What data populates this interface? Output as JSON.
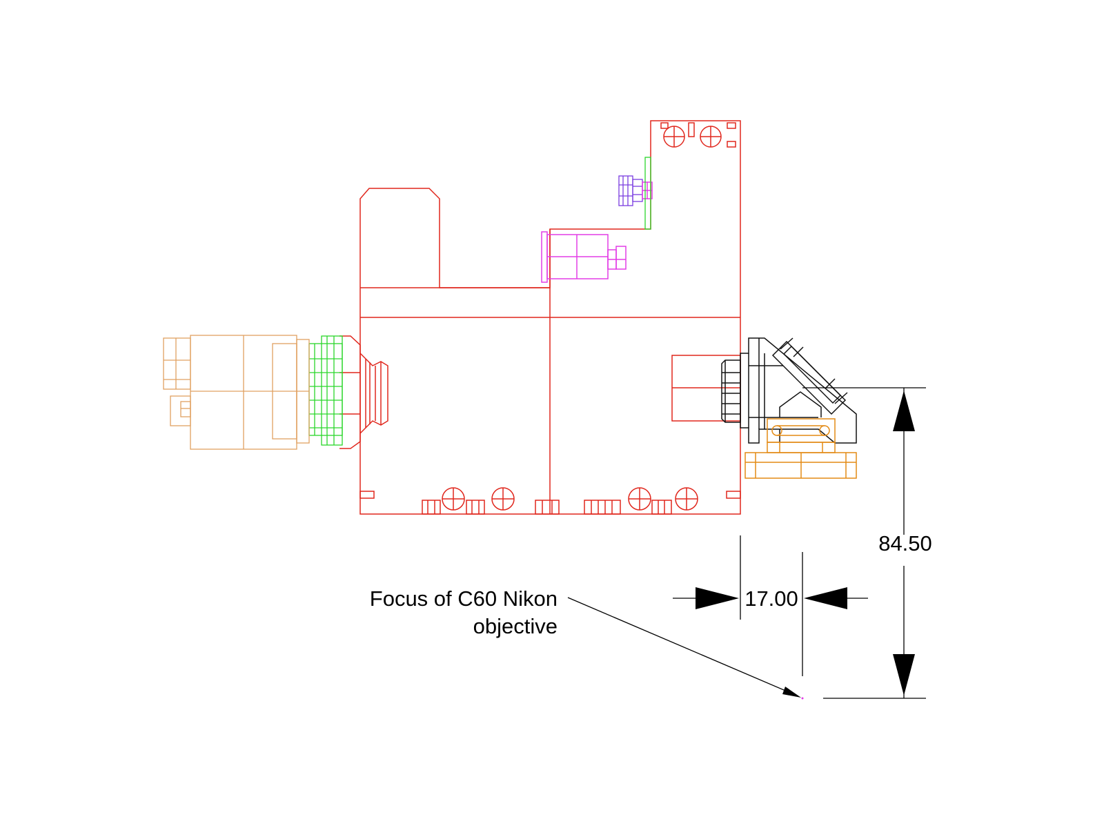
{
  "dimensions": {
    "vertical_label": "84.50",
    "horizontal_label": "17.00"
  },
  "note": {
    "line1": "Focus of C60 Nikon",
    "line2": "objective"
  },
  "colors": {
    "housing": "#e0261c",
    "camera": "#e0a060",
    "adapter": "#29d62a",
    "prism_mount": "#111111",
    "lens_mount": "#e38a14",
    "motor": "#e23de6",
    "connector": "#7a3ce0"
  }
}
